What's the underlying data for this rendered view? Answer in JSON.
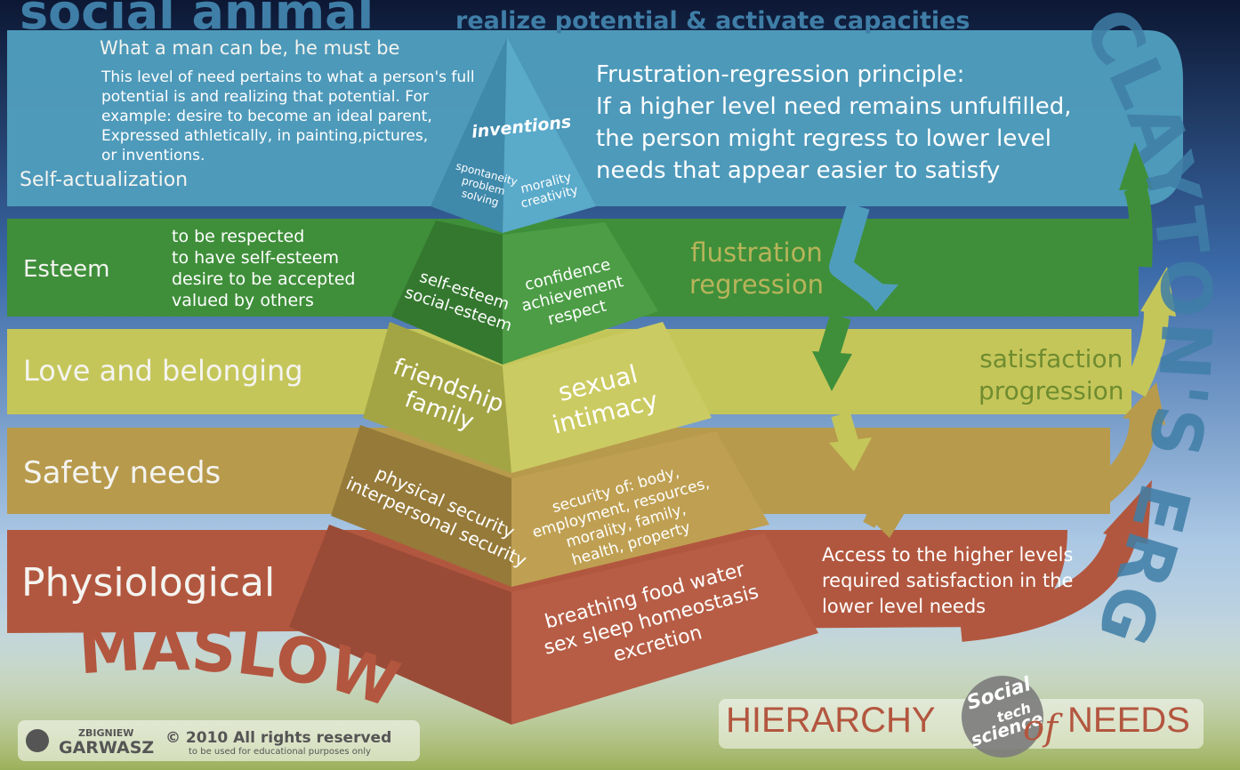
{
  "header": {
    "social_animal": "social animal",
    "tagline": "realize potential & activate capacities"
  },
  "clayton": "CLAYTON'S ERG",
  "maslow": "MASLOW",
  "levels": {
    "self_actualization": {
      "title": "Self-actualization",
      "quote": "What a man can be, he must be",
      "desc": [
        "This level of need pertains to what a person's full",
        "potential is and realizing that potential. For",
        "example: desire to become an ideal parent,",
        "Expressed athletically, in painting,pictures,",
        "or inventions."
      ],
      "pyramid_top": "inventions",
      "pyramid_left": [
        "spontaneity",
        "problem",
        "solving"
      ],
      "pyramid_right": [
        "morality",
        "creativity"
      ]
    },
    "esteem": {
      "title": "Esteem",
      "desc": [
        "to be respected",
        "to have self-esteem",
        "desire to be accepted",
        "valued by others"
      ],
      "pyramid_left": [
        "self-esteem",
        "social-esteem"
      ],
      "pyramid_right": [
        "confidence",
        "achievement",
        "respect"
      ]
    },
    "love": {
      "title": "Love and belonging",
      "pyramid_left": [
        "friendship",
        "family"
      ],
      "pyramid_right": [
        "sexual",
        "intimacy"
      ]
    },
    "safety": {
      "title": "Safety needs",
      "pyramid_left": [
        "physical security",
        "interpersonal security"
      ],
      "pyramid_right": [
        "security of: body,",
        "employment, resources,",
        "morality, family,",
        "health, property"
      ]
    },
    "physiological": {
      "title": "Physiological",
      "pyramid_right": [
        "breathing food water",
        "sex sleep homeostasis",
        "excretion"
      ]
    }
  },
  "frustration_principle": [
    "Frustration-regression principle:",
    "If a higher level need remains unfulfilled,",
    "the person might regress to lower level",
    "needs that appear easier to satisfy"
  ],
  "flustration": [
    "flustration",
    "regression"
  ],
  "satisfaction": [
    "satisfaction",
    "progression"
  ],
  "access": [
    "Access to the higher levels",
    "required satisfaction in the",
    "lower level needs"
  ],
  "footer": {
    "author_top": "ZBIGNIEW",
    "author_bottom": "GARWASZ",
    "copyright": "© 2010 All rights reserved",
    "note": "to be used for educational purposes only",
    "hierarchy": "HIERARCHY",
    "of": "of",
    "needs": "NEEDS",
    "logo": [
      "Social",
      "tech",
      "science"
    ]
  },
  "colors": {
    "self": "#4f9dbd",
    "esteem": "#3f8f3a",
    "love": "#c5c65a",
    "safety": "#b79a4c",
    "physio": "#b2573f",
    "maslow": "#b3563f"
  }
}
